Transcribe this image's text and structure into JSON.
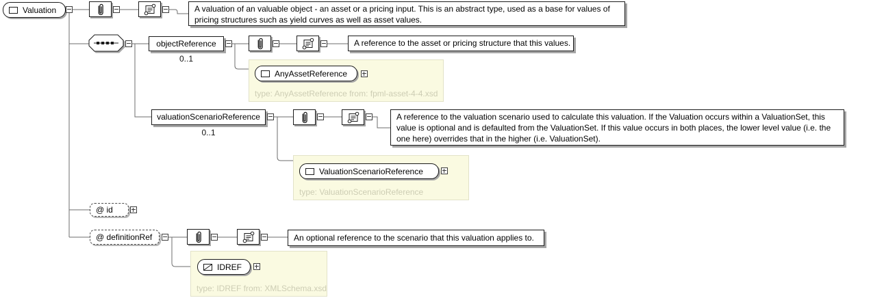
{
  "root": {
    "label": "Valuation",
    "documentation": "A valuation of an valuable object - an asset or a pricing input. This is an abstract type, used as a base for values of pricing structures such as yield curves as well as asset values."
  },
  "elements": [
    {
      "name": "objectReference",
      "occurs": "0..1",
      "documentation": "A reference to the asset or pricing structure that this values.",
      "type": {
        "label": "AnyAssetReference",
        "note": "type: AnyAssetReference from: fpml-asset-4-4.xsd"
      }
    },
    {
      "name": "valuationScenarioReference",
      "occurs": "0..1",
      "documentation": "A reference to the valuation scenario used to calculate this valuation. If the Valuation occurs within a ValuationSet, this value is optional and is defaulted from the ValuationSet. If this value occurs in both places, the lower level value (i.e. the one here) overrides that in the higher (i.e. ValuationSet).",
      "type": {
        "label": "ValuationScenarioReference",
        "note": "type: ValuationScenarioReference"
      }
    }
  ],
  "attributes": [
    {
      "name": "@ id"
    },
    {
      "name": "@ definitionRef",
      "documentation": "An optional reference to the scenario that this valuation applies to.",
      "type": {
        "label": "IDREF",
        "note": "type: IDREF from: XMLSchema.xsd"
      }
    }
  ],
  "colors": {
    "type_panel_bg": "#fafae1",
    "type_panel_border": "#e2e2c8",
    "type_note_text": "#cdcdb4",
    "connector": "#6e6e6e",
    "shadow": "#a6a6a6"
  }
}
